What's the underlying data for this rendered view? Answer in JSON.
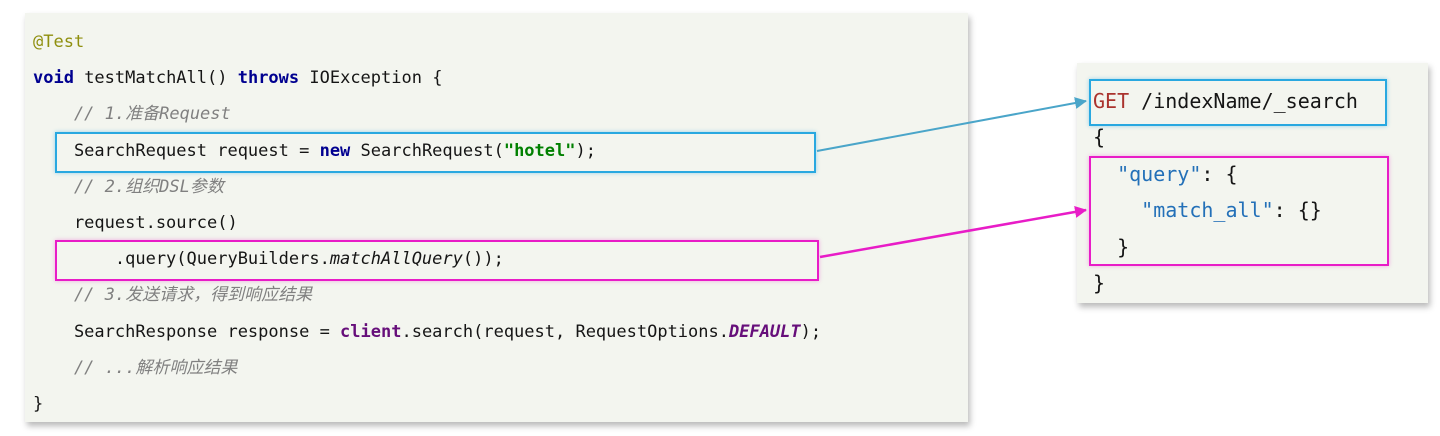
{
  "colors": {
    "panel_bg": "#f3f5ef",
    "accent_cyan": "#29a8e0",
    "accent_magenta": "#e81cc7",
    "arrow_cyan": "#4aa5c9",
    "arrow_magenta": "#e81cc7",
    "annotation_olive": "#8f8f0e",
    "keyword_navy": "#000090",
    "string_green": "#008000",
    "comment_gray": "#808080",
    "field_purple": "#660e7a",
    "http_method_red": "#aa332e",
    "json_key_blue": "#2370b8"
  },
  "java_panel": {
    "lines": [
      {
        "name": "annotation-test",
        "tokens": [
          [
            "annotation",
            "@Test"
          ]
        ]
      },
      {
        "name": "method-signature",
        "tokens": [
          [
            "keyword",
            "void"
          ],
          [
            "plain",
            " testMatchAll() "
          ],
          [
            "keyword",
            "throws"
          ],
          [
            "plain",
            " IOException {"
          ]
        ]
      },
      {
        "name": "comment-prepare-request",
        "tokens": [
          [
            "comment",
            "    // 1.准备Request"
          ]
        ]
      },
      {
        "name": "searchrequest-statement",
        "tokens": [
          [
            "plain",
            "    SearchRequest request = "
          ],
          [
            "keyword",
            "new"
          ],
          [
            "plain",
            " SearchRequest("
          ],
          [
            "string",
            "\"hotel\""
          ],
          [
            "plain",
            ");"
          ]
        ]
      },
      {
        "name": "comment-organize-dsl",
        "tokens": [
          [
            "comment",
            "    // 2.组织DSL参数"
          ]
        ]
      },
      {
        "name": "request-source-statement",
        "tokens": [
          [
            "plain",
            "    request.source()"
          ]
        ]
      },
      {
        "name": "query-statement",
        "tokens": [
          [
            "plain",
            "        .query(QueryBuilders."
          ],
          [
            "staticmethod",
            "matchAllQuery"
          ],
          [
            "plain",
            "());"
          ]
        ]
      },
      {
        "name": "comment-send-request",
        "tokens": [
          [
            "comment",
            "    // 3.发送请求，得到响应结果"
          ]
        ]
      },
      {
        "name": "search-execute-statement",
        "tokens": [
          [
            "plain",
            "    SearchResponse response = "
          ],
          [
            "field",
            "client"
          ],
          [
            "plain",
            ".search(request, RequestOptions."
          ],
          [
            "staticfield",
            "DEFAULT"
          ],
          [
            "plain",
            ");"
          ]
        ]
      },
      {
        "name": "comment-parse-response",
        "tokens": [
          [
            "comment",
            "    // ...解析响应结果"
          ]
        ]
      },
      {
        "name": "closing-brace",
        "tokens": [
          [
            "plain",
            "}"
          ]
        ]
      }
    ]
  },
  "dsl_panel": {
    "lines": [
      {
        "name": "request-line",
        "tokens": [
          [
            "httpmethod",
            "GET"
          ],
          [
            "plain",
            " /indexName/_search"
          ]
        ]
      },
      {
        "name": "body-open",
        "tokens": [
          [
            "plain",
            "{"
          ]
        ]
      },
      {
        "name": "query-key",
        "tokens": [
          [
            "plain",
            "  "
          ],
          [
            "jsonkey",
            "\"query\""
          ],
          [
            "plain",
            ": {"
          ]
        ]
      },
      {
        "name": "match-all-key",
        "tokens": [
          [
            "plain",
            "    "
          ],
          [
            "jsonkey",
            "\"match_all\""
          ],
          [
            "plain",
            ": {}"
          ]
        ]
      },
      {
        "name": "query-close",
        "tokens": [
          [
            "plain",
            "  }"
          ]
        ]
      },
      {
        "name": "body-close",
        "tokens": [
          [
            "plain",
            "}"
          ]
        ]
      }
    ]
  },
  "connections": [
    {
      "from": "searchrequest-statement",
      "to": "request-line",
      "color_key": "arrow_cyan"
    },
    {
      "from": "query-statement",
      "to": "match-all-key",
      "color_key": "arrow_magenta"
    }
  ]
}
